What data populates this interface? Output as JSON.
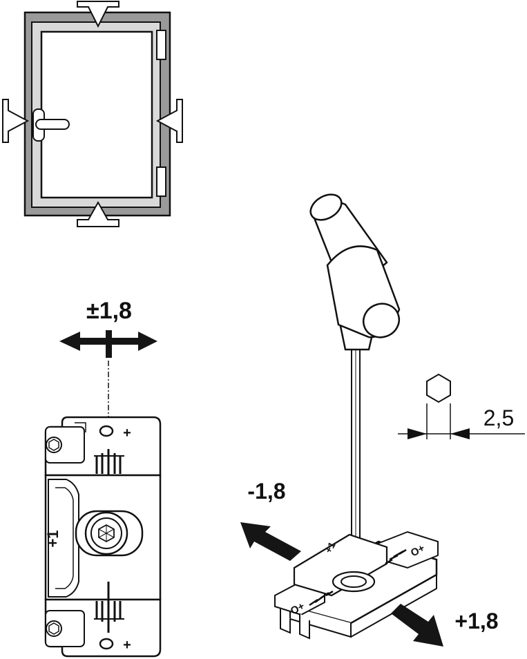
{
  "labels": {
    "lateral_adjust": "±1,8",
    "hex_size": "2,5",
    "minus_adjust": "-1,8",
    "plus_adjust": "+1,8",
    "scale_plus_1_left": "+1",
    "scale_plus_1_right": "+1",
    "scale_o_plus_top": "O+",
    "scale_o_plus_bottom": "O+",
    "scale_o_plus_iso_right": "O+",
    "scale_o_plus_iso_left": "O+"
  },
  "colors": {
    "line": "#111111",
    "frame_gray": "#9a9a9a",
    "fill_white": "#ffffff",
    "arrow_dark": "#151515"
  },
  "icons": [
    "door-frame-outline",
    "hex-key-icon",
    "hex-socket-icon",
    "hinge-top-view",
    "hinge-isometric-view"
  ]
}
